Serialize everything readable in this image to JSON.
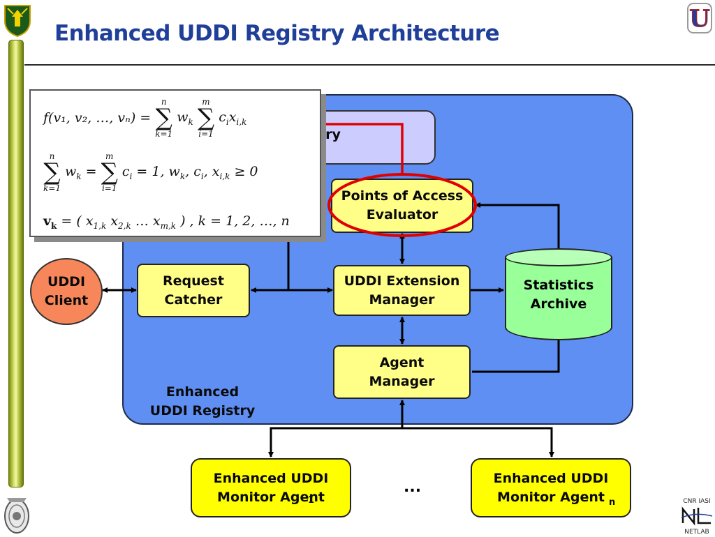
{
  "slide": {
    "title": "Enhanced UDDI Registry Architecture"
  },
  "diagram": {
    "panel_label": "Enhanced\nUDDI Registry",
    "registry_box_partial": "try",
    "points_of_access": "Points of Access\nEvaluator",
    "uddi_client": "UDDI\nClient",
    "request_catcher": "Request\nCatcher",
    "extension_manager": "UDDI Extension\nManager",
    "statistics_archive": "Statistics\nArchive",
    "agent_manager": "Agent\nManager",
    "monitor_agent_1": "Enhanced UDDI\nMonitor Agent",
    "monitor_agent_1_sub": "1",
    "monitor_agent_n": "Enhanced UDDI\nMonitor Agent",
    "monitor_agent_n_sub": "n",
    "ellipsis": "...",
    "colors": {
      "panel": "#5f8ff2",
      "inner_box": "#ffff88",
      "agent_box": "#ffff00",
      "client": "#f7875a",
      "archive": "#99ff99",
      "highlight": "#e00000",
      "title": "#1f3f99"
    }
  },
  "formula": {
    "line1_lhs": "f(v₁, v₂, …, vₙ) =",
    "line1_sum1_top": "n",
    "line1_sum1_bottom": "k=1",
    "line1_mid": "w",
    "line1_mid_sub": "k",
    "line1_sum2_top": "m",
    "line1_sum2_bottom": "i=1",
    "line1_rhs": "c",
    "line1_rhs_sub": "i",
    "line1_rhs2": "x",
    "line1_rhs2_sub": "i,k",
    "line2_sum1_top": "n",
    "line2_sum1_bottom": "k=1",
    "line2_a": "w",
    "line2_a_sub": "k",
    "line2_eq": " = ",
    "line2_sum2_top": "m",
    "line2_sum2_bottom": "i=1",
    "line2_b": "c",
    "line2_b_sub": "i",
    "line2_rest": " = 1, w",
    "line2_rest_sub1": "k",
    "line2_rest2": ", c",
    "line2_rest_sub2": "i",
    "line2_rest3": ", x",
    "line2_rest_sub3": "i,k",
    "line2_rest4": " ≥ 0",
    "line3_lhs": "v",
    "line3_lhs_sub": "k",
    "line3_rest": " = ( x",
    "line3_s1": "1,k",
    "line3_r2": " x",
    "line3_s2": "2,k",
    "line3_r3": " … x",
    "line3_s3": "m,k",
    "line3_r4": " ) , k = 1, 2, …, n"
  },
  "logos": {
    "top_right_letter": "U",
    "netlab_top": "CNR IASI",
    "netlab_mark": "NL",
    "netlab_bottom": "NETLAB"
  }
}
